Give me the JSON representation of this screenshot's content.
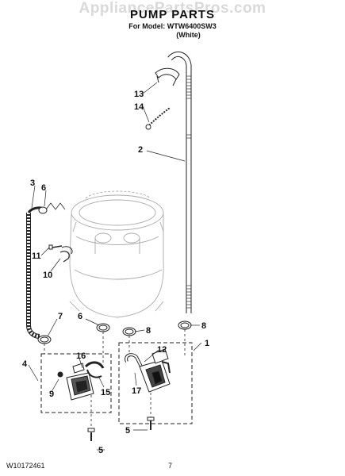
{
  "watermark": "AppliancePartsPros.com",
  "header": {
    "title": "PUMP PARTS",
    "model_line": "For Model: WTW6400SW3",
    "color_line": "(White)"
  },
  "callouts": [
    {
      "id": "c1",
      "label": "1"
    },
    {
      "id": "c2",
      "label": "2"
    },
    {
      "id": "c3",
      "label": "3"
    },
    {
      "id": "c4",
      "label": "4"
    },
    {
      "id": "c5a",
      "label": "5"
    },
    {
      "id": "c5b",
      "label": "5"
    },
    {
      "id": "c6a",
      "label": "6"
    },
    {
      "id": "c6b",
      "label": "6"
    },
    {
      "id": "c7",
      "label": "7"
    },
    {
      "id": "c8a",
      "label": "8"
    },
    {
      "id": "c8b",
      "label": "8"
    },
    {
      "id": "c9",
      "label": "9"
    },
    {
      "id": "c10",
      "label": "10"
    },
    {
      "id": "c11",
      "label": "11"
    },
    {
      "id": "c12",
      "label": "12"
    },
    {
      "id": "c13",
      "label": "13"
    },
    {
      "id": "c14",
      "label": "14"
    },
    {
      "id": "c15",
      "label": "15"
    },
    {
      "id": "c16",
      "label": "16"
    },
    {
      "id": "c17",
      "label": "17"
    }
  ],
  "footer": {
    "doc_number": "W10172461",
    "page_number": "7"
  }
}
